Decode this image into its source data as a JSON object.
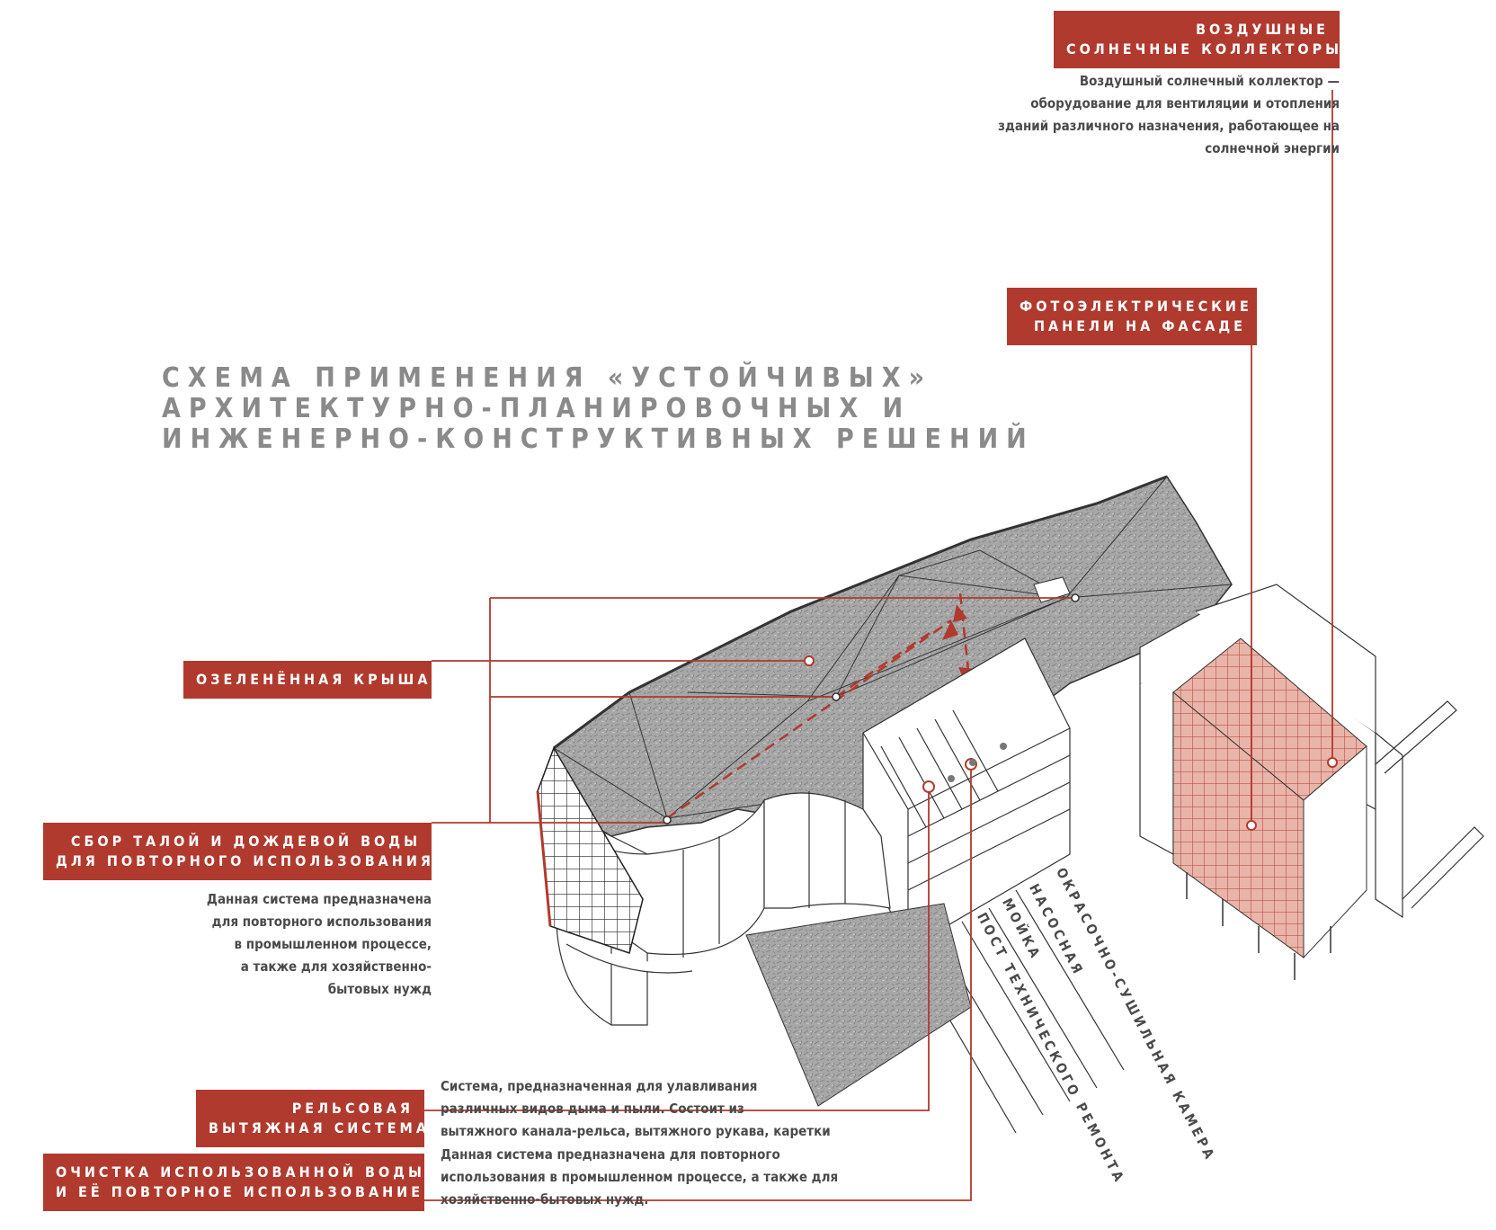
{
  "title": {
    "line1": "СХЕМА ПРИМЕНЕНИЯ «УСТОЙЧИВЫХ»",
    "line2": "АРХИТЕКТУРНО-ПЛАНИРОВОЧНЫХ И",
    "line3": "ИНЖЕНЕРНО-КОНСТРУКТИВНЫХ РЕШЕНИЙ"
  },
  "labels": {
    "air_collectors": {
      "line1": "ВОЗДУШНЫЕ",
      "line2": "СОЛНЕЧНЫЕ КОЛЛЕКТОРЫ"
    },
    "photovoltaic": {
      "line1": "ФОТОЭЛЕКТРИЧЕСКИЕ",
      "line2": "ПАНЕЛИ НА ФАСАДЕ"
    },
    "green_roof": {
      "line1": "ОЗЕЛЕНЁННАЯ КРЫША"
    },
    "water_collection": {
      "line1": "СБОР ТАЛОЙ И ДОЖДЕВОЙ ВОДЫ",
      "line2": "ДЛЯ ПОВТОРНОГО ИСПОЛЬЗОВАНИЯ"
    },
    "rail_exhaust": {
      "line1": "РЕЛЬСОВАЯ",
      "line2": "ВЫТЯЖНАЯ СИСТЕМА"
    },
    "water_cleaning": {
      "line1": "ОЧИСТКА ИСПОЛЬЗОВАННОЙ ВОДЫ",
      "line2": "И ЕЁ ПОВТОРНОЕ ИСПОЛЬЗОВАНИЕ"
    }
  },
  "descriptions": {
    "air_collectors": [
      "Воздушный солнечный коллектор —",
      "оборудование для вентиляции и отопления",
      "зданий различного назначения, работающее на",
      "солнечной энергии"
    ],
    "water_collection": [
      "Данная система предназначена",
      "для повторного использования",
      "в промышленном процессе,",
      "а также для хозяйственно-",
      "бытовых нужд"
    ],
    "rail_exhaust": [
      "Система, предназначенная для улавливания",
      "различных видов дыма и пыли. Состоит из",
      "вытяжного канала-рельса, вытяжного рукава, каретки"
    ],
    "water_cleaning": [
      "Данная система предназначена для повторного",
      "использования в промышленном процессе, а также для",
      "хозяйственно-бытовых нужд."
    ]
  },
  "rooms": {
    "repair_post": "ПОСТ ТЕХНИЧЕСКОГО РЕМОНТА",
    "wash": "МОЙКА",
    "pump_room": "НАСОСНАЯ",
    "paint_booth": "ОКРАСОЧНО-СУШИЛЬНАЯ КАМЕРА"
  },
  "colors": {
    "accent": "#b03a2e",
    "roof": "#a9a9a9",
    "facade_panels": "#e7b3a8",
    "text": "#4a4a4a",
    "title": "#8a8a8a"
  }
}
